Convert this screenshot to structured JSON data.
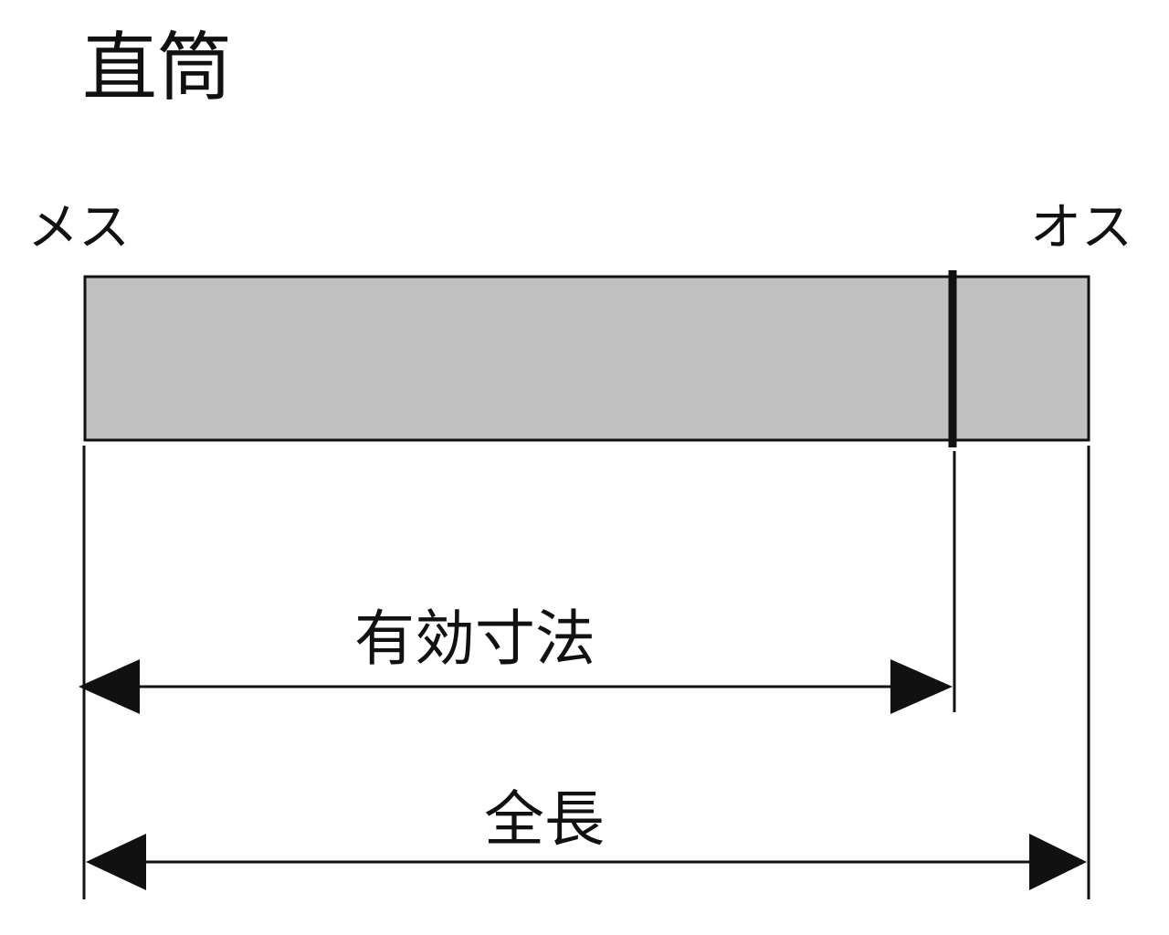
{
  "diagram": {
    "title": "直筒",
    "left_end_label": "メス",
    "right_end_label": "オス",
    "effective_length_label": "有効寸法",
    "total_length_label": "全長"
  },
  "colors": {
    "pipe_fill": "#c0c0c0",
    "line": "#111111",
    "background": "#ffffff"
  }
}
